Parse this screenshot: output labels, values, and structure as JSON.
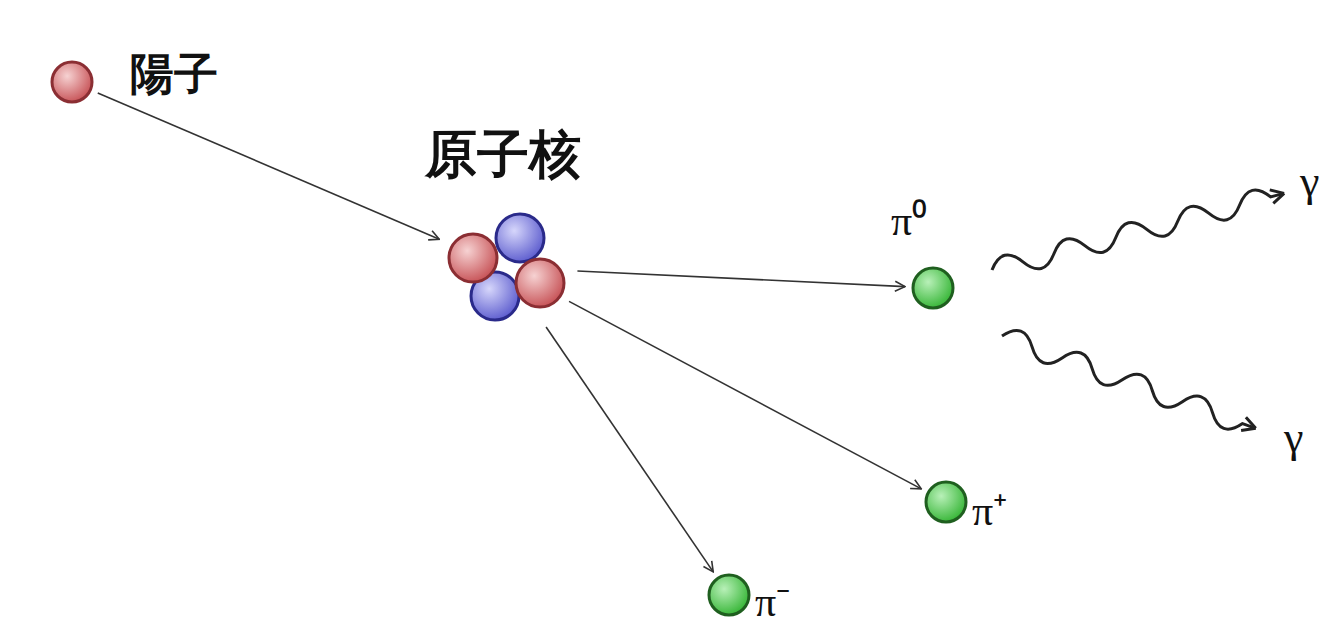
{
  "diagram": {
    "nodes": [
      {
        "text": [
          "陽子"
        ]
      },
      {
        "text": [
          "原子核"
        ]
      },
      {
        "text": [
          "π⁰"
        ]
      },
      {
        "text": [
          "π⁺"
        ]
      },
      {
        "text": [
          "π⁻"
        ]
      }
    ],
    "edges": [
      {
        "from": 0,
        "to": 1,
        "arrow": "to"
      },
      {
        "from": 1,
        "to": 2,
        "arrow": "to"
      },
      {
        "from": 1,
        "to": 3,
        "arrow": "to"
      },
      {
        "from": 1,
        "to": 4,
        "arrow": "to"
      }
    ],
    "labels": [
      "γ",
      "γ"
    ]
  }
}
